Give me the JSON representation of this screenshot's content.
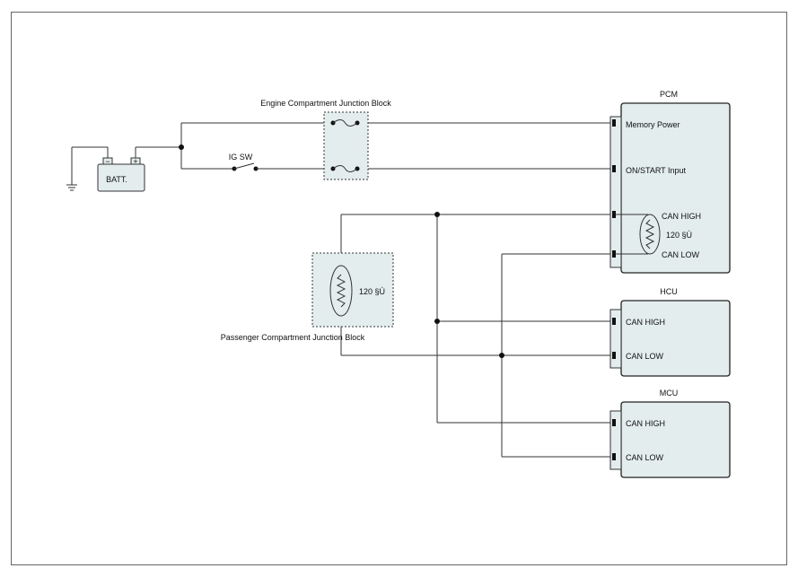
{
  "battery": {
    "label": "BATT.",
    "neg": "−",
    "pos": "+"
  },
  "switch": {
    "label": "IG SW"
  },
  "engine_jb": {
    "label": "Engine Compartment Junction Block"
  },
  "passenger_jb": {
    "label": "Passenger Compartment Junction Block",
    "resistor_label": "120 §Ù"
  },
  "pcm": {
    "title": "PCM",
    "memory_power": "Memory Power",
    "on_start": "ON/START Input",
    "can_high": "CAN HIGH",
    "can_low": "CAN LOW",
    "resistor_label": "120 §Ù"
  },
  "hcu": {
    "title": "HCU",
    "can_high": "CAN HIGH",
    "can_low": "CAN LOW"
  },
  "mcu": {
    "title": "MCU",
    "can_high": "CAN HIGH",
    "can_low": "CAN LOW"
  }
}
